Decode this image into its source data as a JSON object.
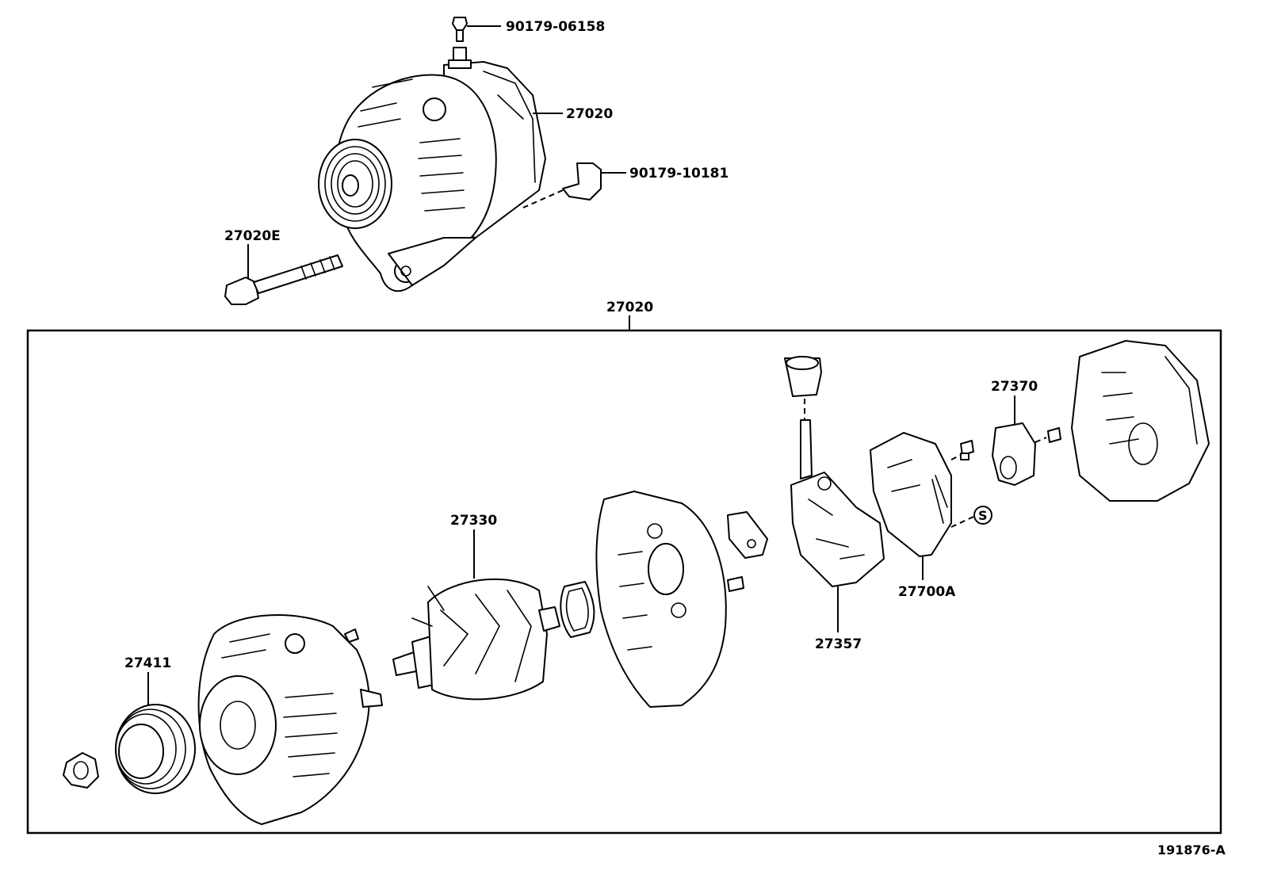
{
  "labels": {
    "bolt_top": "90179-06158",
    "alternator_assy": "27020",
    "terminal_cover": "90179-10181",
    "through_bolt": "27020E",
    "group_header": "27020",
    "rotor": "27330",
    "pulley": "27411",
    "rectifier": "27357",
    "regulator": "27700A",
    "brush_holder": "27370",
    "s_marker": "S"
  },
  "figure_ref": "191876-A"
}
